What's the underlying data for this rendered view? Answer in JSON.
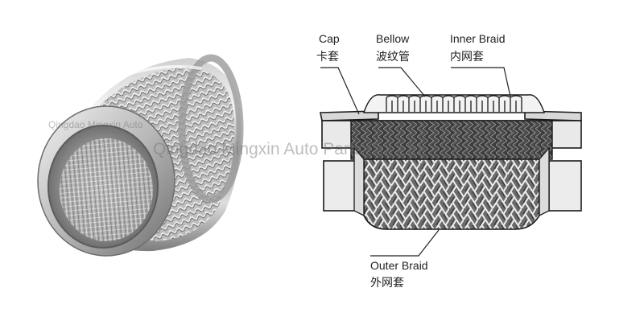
{
  "watermark": {
    "small": "Qingdao Mingxin Auto",
    "large": "Qingdao Mingxin Auto Parts Co.,Ltd"
  },
  "labels": {
    "cap_en": "Cap",
    "cap_cn": "卡套",
    "bellow_en": "Bellow",
    "bellow_cn": "波纹管",
    "inner_braid_en": "Inner Braid",
    "inner_braid_cn": "内网套",
    "outer_braid_en": "Outer Braid",
    "outer_braid_cn": "外网套"
  },
  "colors": {
    "steel_light": "#e8e8e8",
    "steel_mid": "#a9a9a9",
    "steel_dark": "#4a4a4a",
    "outline": "#1a1a1a"
  }
}
